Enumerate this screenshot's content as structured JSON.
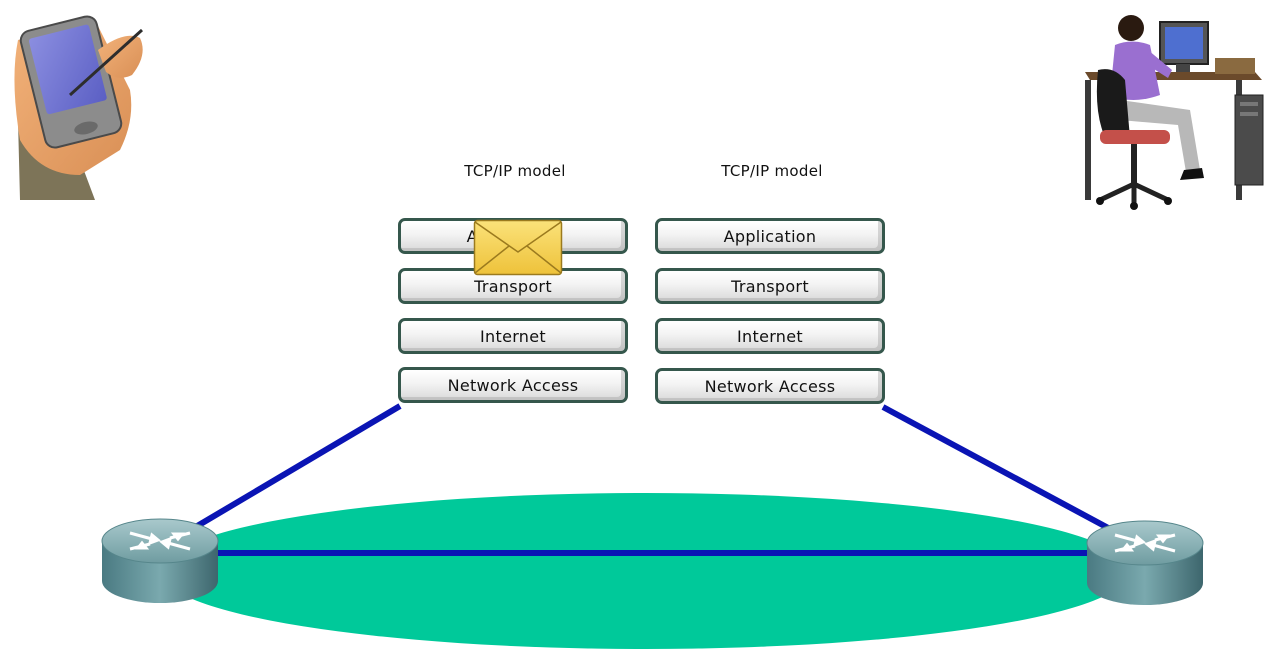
{
  "left_stack": {
    "title": "TCP/IP model",
    "layers": [
      "Application",
      "Transport",
      "Internet",
      "Network Access"
    ]
  },
  "right_stack": {
    "title": "TCP/IP model",
    "layers": [
      "Application",
      "Transport",
      "Internet",
      "Network Access"
    ]
  },
  "colors": {
    "network_cloud": "#00c99a",
    "link": "#0a14b4",
    "layer_border": "#35574c",
    "envelope": "#f7d24b",
    "router": "#5d8f96"
  },
  "icons": {
    "top_left": "pda-device-icon",
    "top_right": "desktop-user-icon",
    "left_router": "router-icon",
    "right_router": "router-icon",
    "packet": "envelope-icon"
  }
}
